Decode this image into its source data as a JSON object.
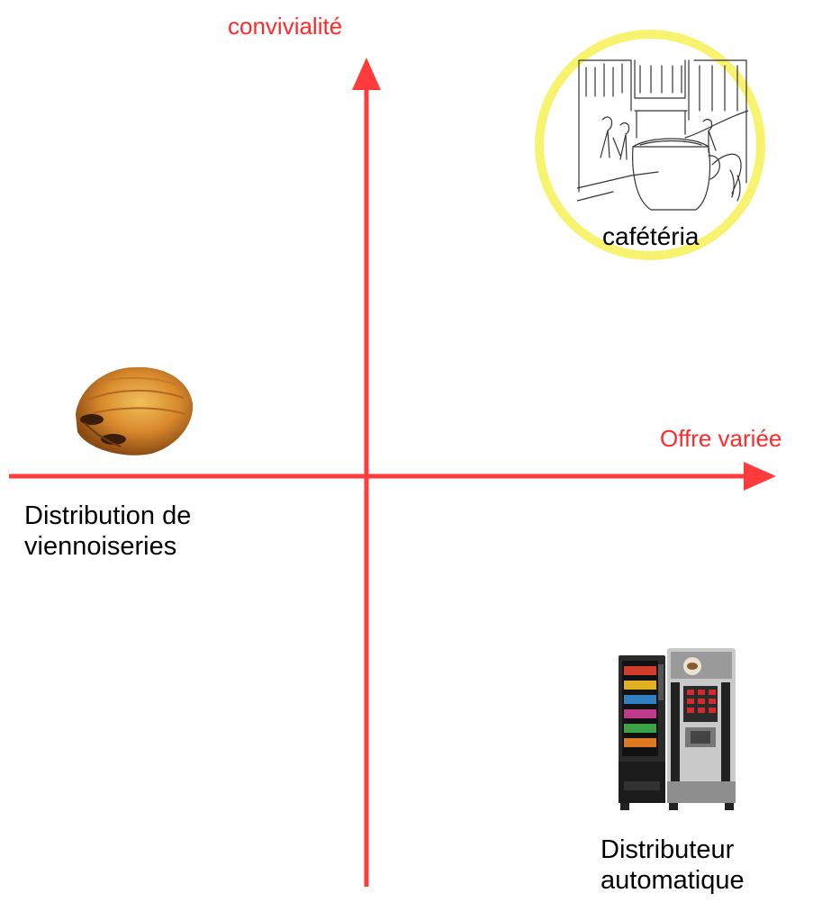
{
  "axes": {
    "y_label": "convivialité",
    "x_label": "Offre variée",
    "color": "#ff3b3b"
  },
  "items": {
    "cafeteria": {
      "label": "cafétéria",
      "icon": "cafe-sketch-icon",
      "highlight_color": "#f7f36f"
    },
    "viennoiseries": {
      "label_line1": "Distribution de",
      "label_line2": "viennoiseries",
      "icon": "pain-au-chocolat-icon"
    },
    "distributeur": {
      "label_line1": "Distributeur",
      "label_line2": "automatique",
      "icon": "vending-machine-icon"
    }
  }
}
